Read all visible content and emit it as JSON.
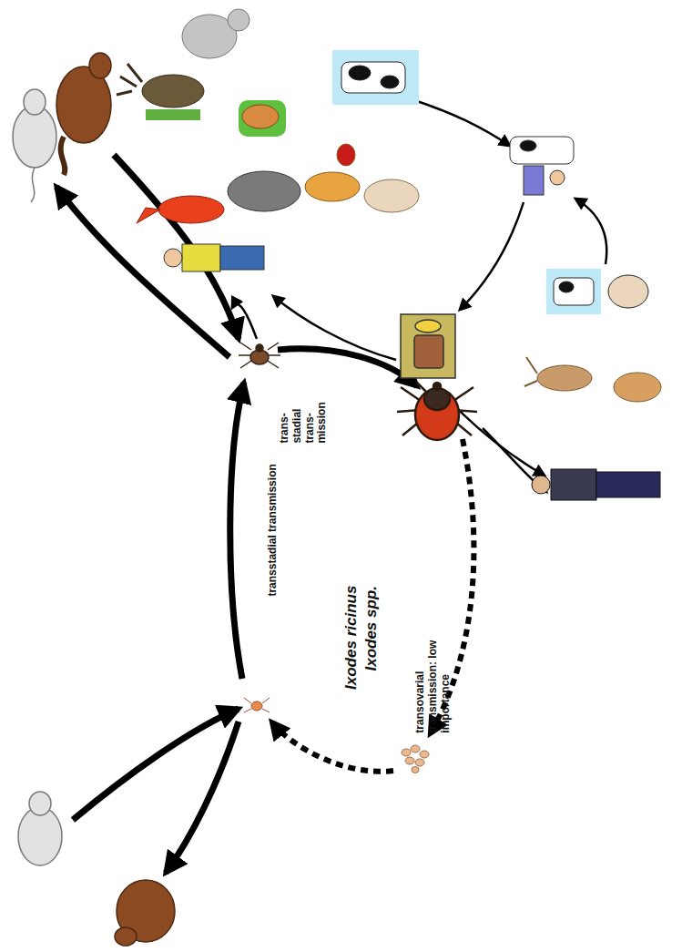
{
  "diagram": {
    "labels": [
      "transstadial transmission",
      "trans- stadial trans- mission",
      "Ixodes ricinus",
      "Ixodes spp.",
      "transovarial transmission: low importance"
    ]
  }
}
